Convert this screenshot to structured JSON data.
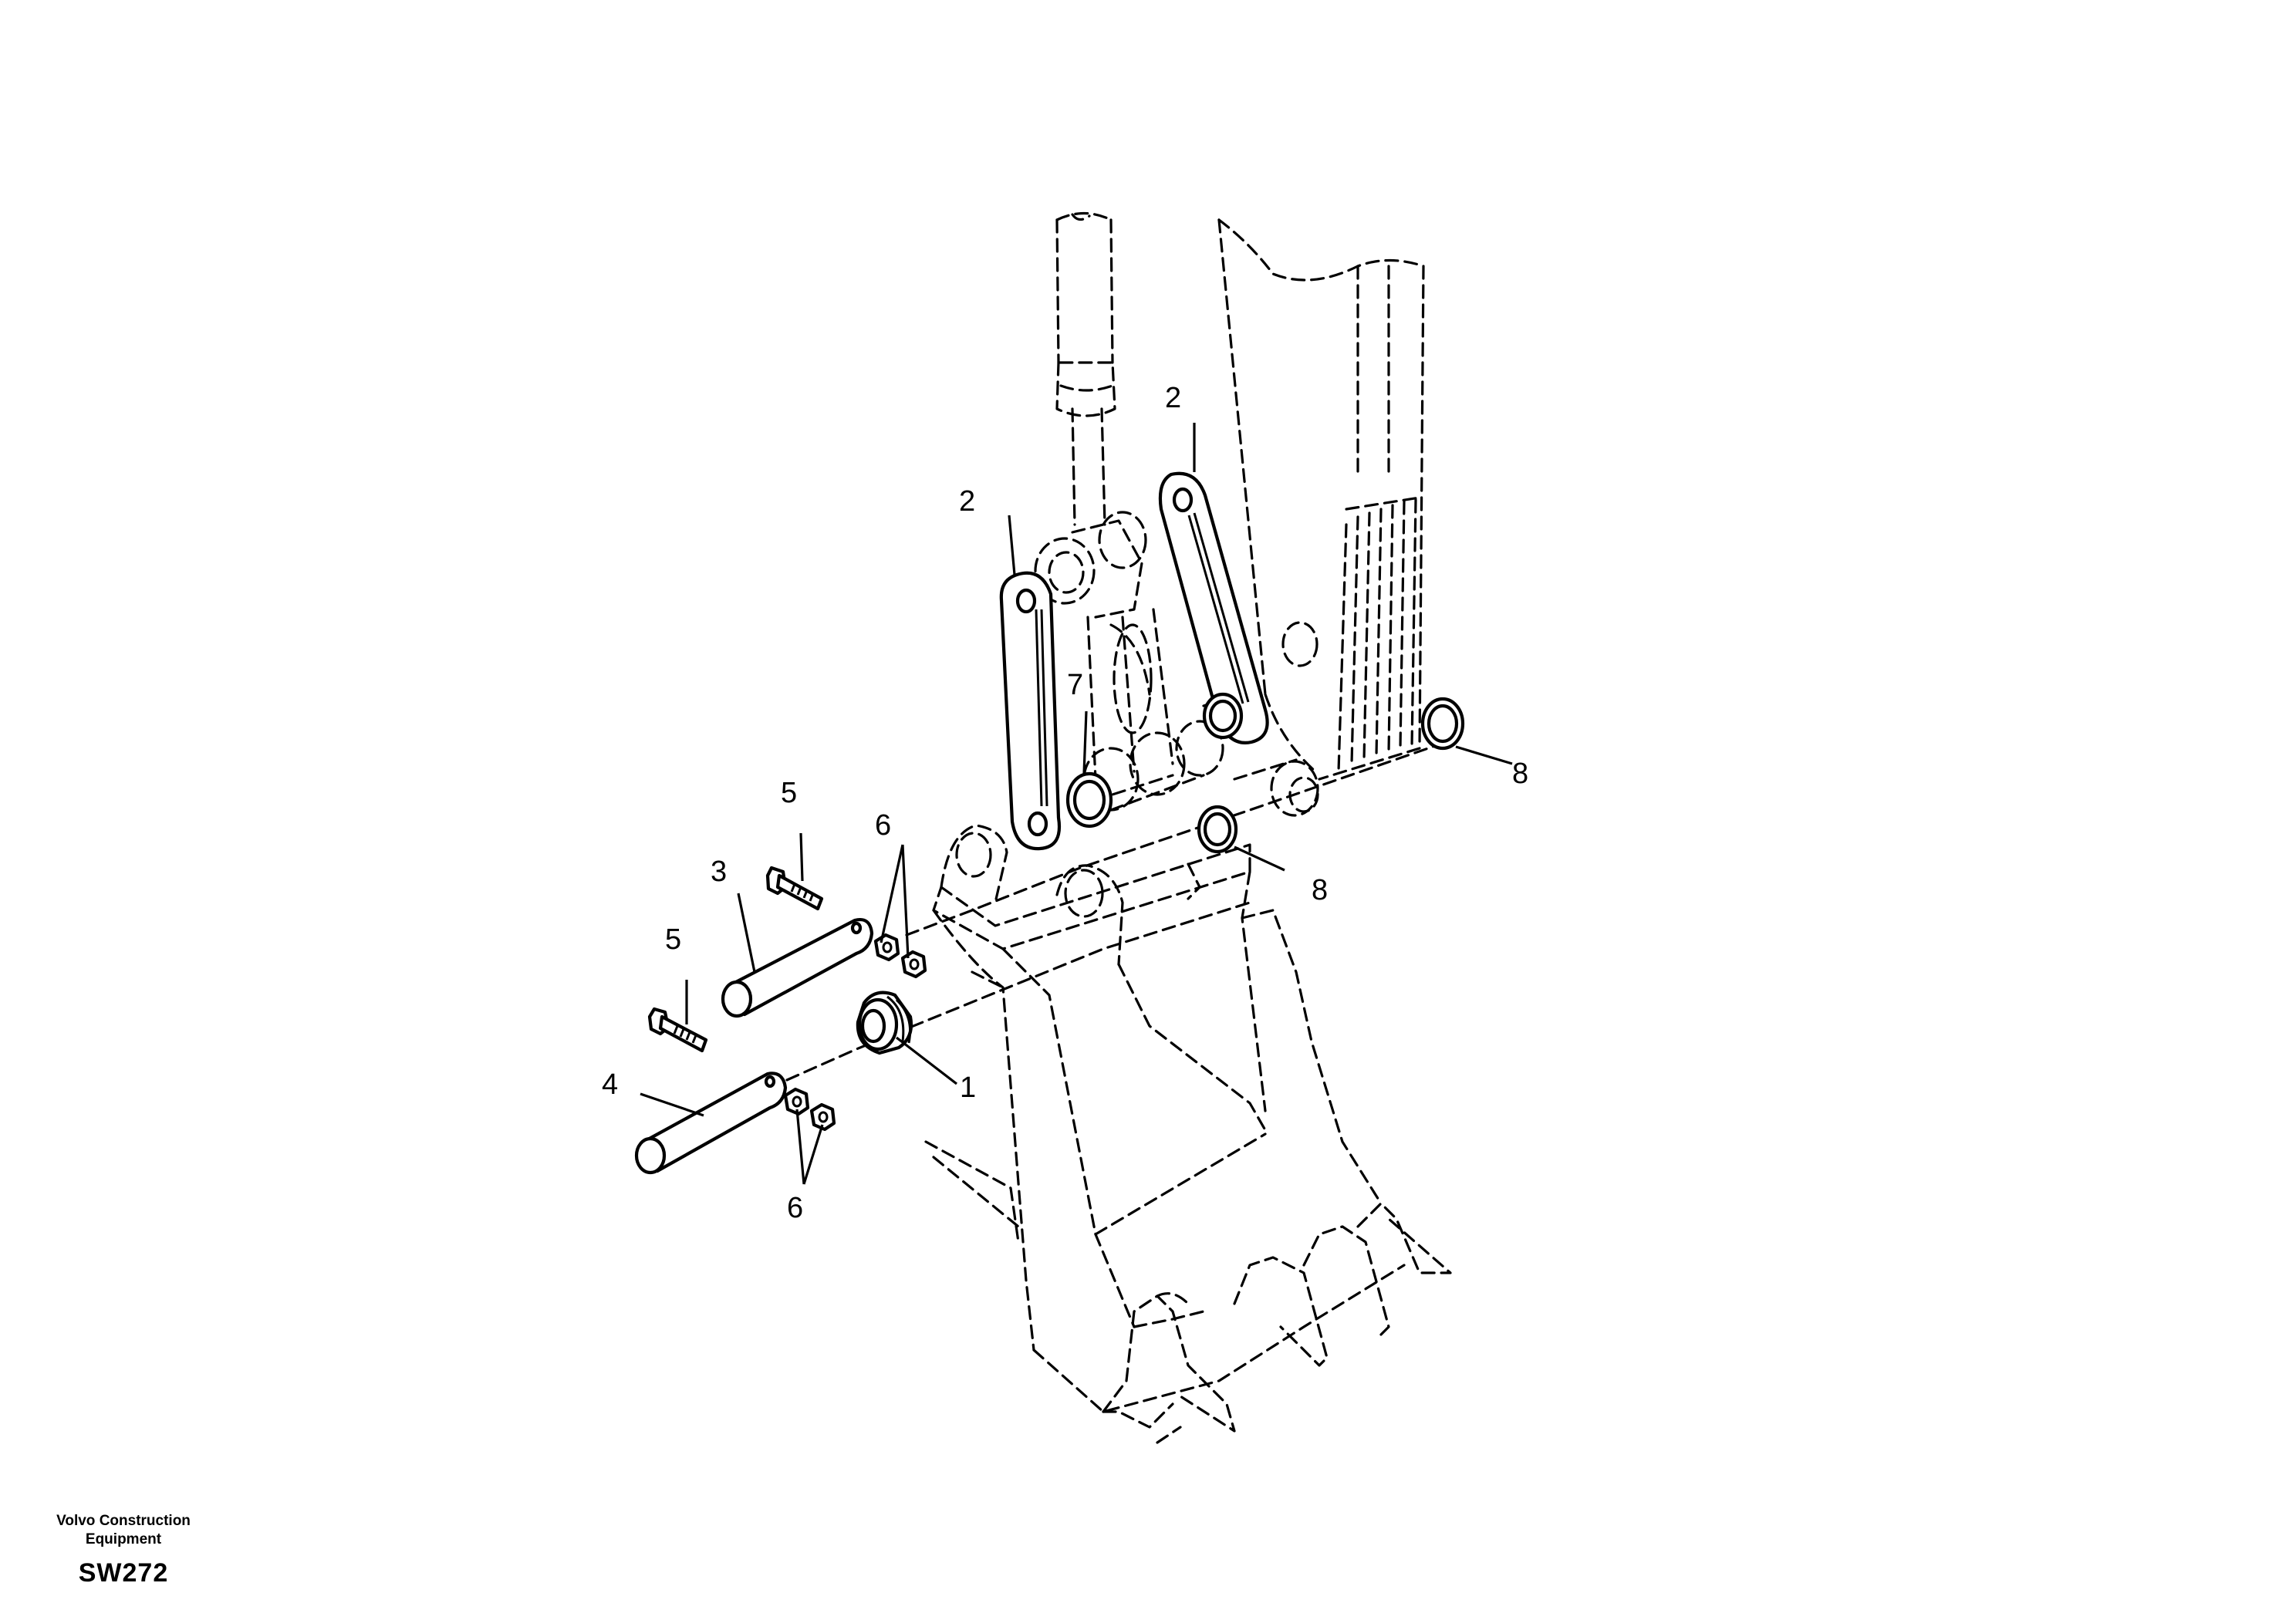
{
  "callouts": {
    "c1": "1",
    "c2a": "2",
    "c2b": "2",
    "c3": "3",
    "c4": "4",
    "c5a": "5",
    "c5b": "5",
    "c6a": "6",
    "c6b": "6",
    "c7": "7",
    "c8a": "8",
    "c8b": "8"
  },
  "footer": {
    "company_line1": "Volvo Construction",
    "company_line2": "Equipment",
    "code": "SW272"
  }
}
